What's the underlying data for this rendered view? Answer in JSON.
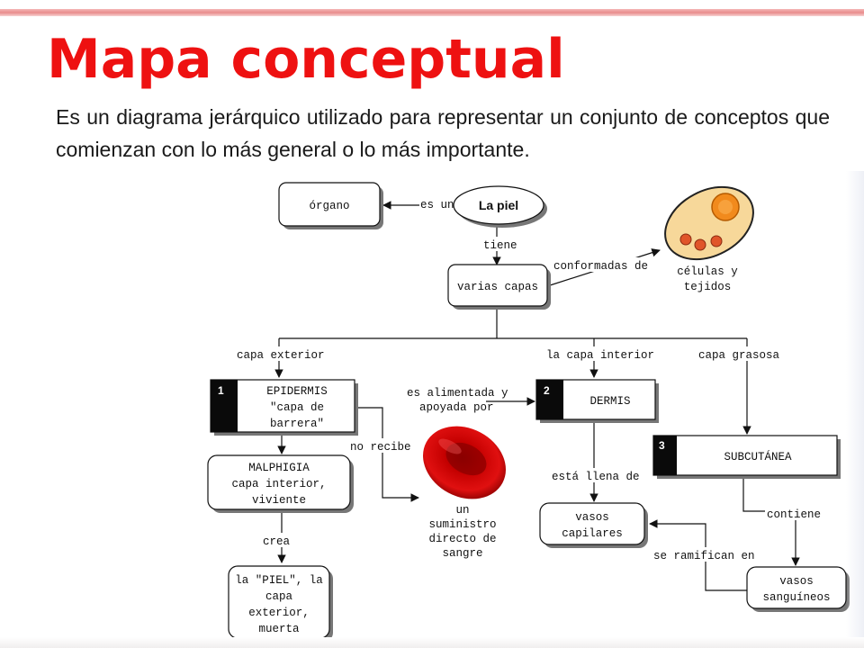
{
  "slide": {
    "title": "Mapa conceptual",
    "intro": "Es un diagrama jerárquico utilizado para representar un conjunto de conceptos que comienzan con lo más general o lo más importante."
  },
  "diagram": {
    "nodes": {
      "piel": "La piel",
      "organo": "órgano",
      "capas": "varias capas",
      "celulas": [
        "células y",
        "tejidos"
      ],
      "epidermis": [
        "EPIDERMIS",
        "\"capa de",
        "barrera\""
      ],
      "epidermis_num": "1",
      "dermis": "DERMIS",
      "dermis_num": "2",
      "subcutanea": "SUBCUTÁNEA",
      "subcutanea_num": "3",
      "malphigia": [
        "MALPHIGIA",
        "capa interior,",
        "viviente"
      ],
      "piel_ext": [
        "la \"PIEL\", la",
        "capa",
        "exterior,",
        "muerta"
      ],
      "suministro": [
        "un",
        "suministro",
        "directo de",
        "sangre"
      ],
      "capilares": [
        "vasos",
        "capilares"
      ],
      "sanguineos": [
        "vasos",
        "sanguíneos"
      ]
    },
    "links": {
      "es_un": "es un",
      "tiene": "tiene",
      "conformadas": "conformadas de",
      "capa_exterior": "capa exterior",
      "capa_interior": "la capa interior",
      "capa_grasosa": "capa grasosa",
      "alimentada": [
        "es alimentada y",
        "apoyada por"
      ],
      "no_recibe": "no recibe",
      "crea": "crea",
      "llena": "está llena de",
      "contiene": "contiene",
      "ramifican": "se ramifican en"
    }
  }
}
